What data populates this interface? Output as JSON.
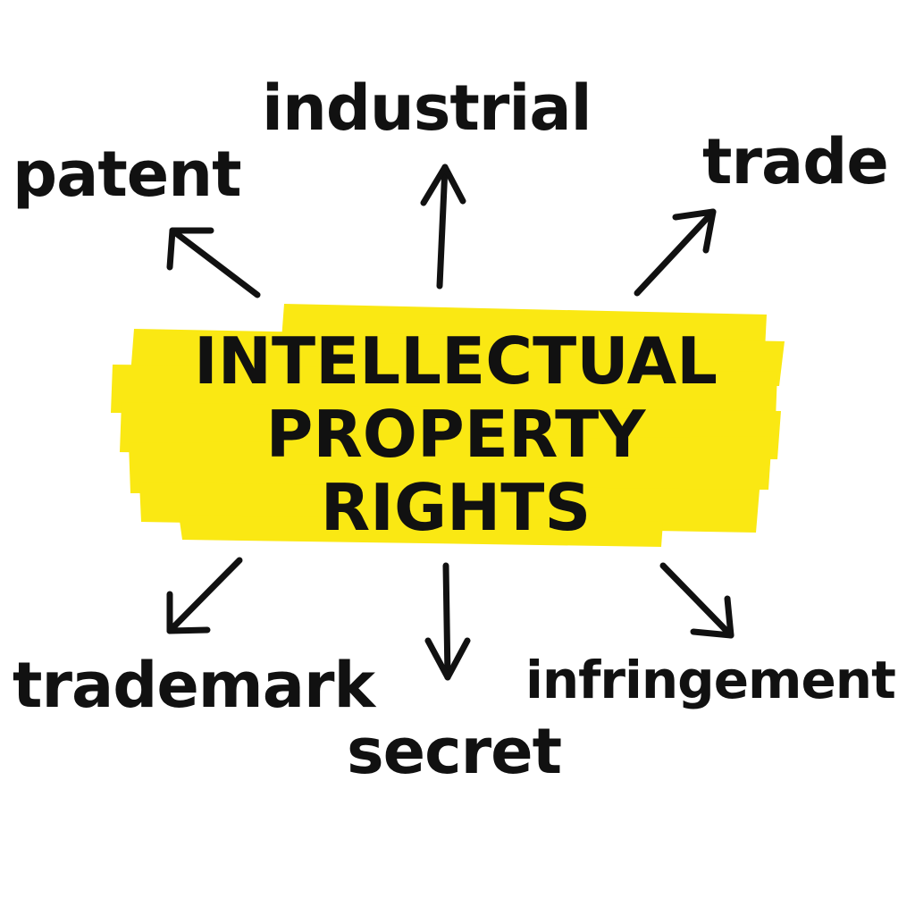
{
  "center": {
    "highlight_color": "#FAE813",
    "lines": [
      "INTELLECTUAL",
      "PROPERTY",
      "RIGHTS"
    ]
  },
  "ink_color": "#111111",
  "nodes": {
    "patent": "patent",
    "industrial": "industrial",
    "trade": "trade",
    "trademark": "trademark",
    "secret": "secret",
    "infringement": "infringement"
  }
}
